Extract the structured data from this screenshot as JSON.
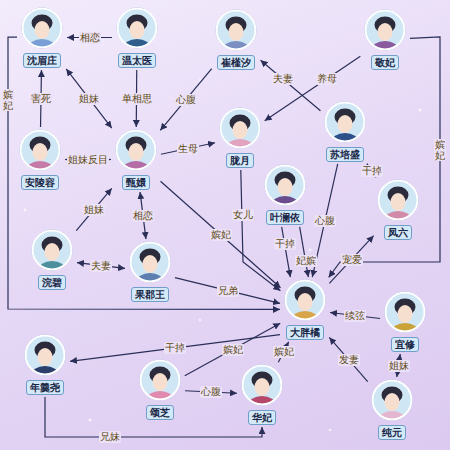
{
  "diagram": {
    "nodes": [
      {
        "text": [
          "沈眉庄"
        ]
      },
      {
        "text": [
          "温太医"
        ]
      },
      {
        "text": [
          "崔槿汐"
        ]
      },
      {
        "text": [
          "敬妃"
        ]
      },
      {
        "text": [
          "安陵容"
        ]
      },
      {
        "text": [
          "甄嬛"
        ]
      },
      {
        "text": [
          "胧月"
        ]
      },
      {
        "text": [
          "苏培盛"
        ]
      },
      {
        "text": [
          "叶澜依"
        ]
      },
      {
        "text": [
          "凤六"
        ]
      },
      {
        "text": [
          "浣碧"
        ]
      },
      {
        "text": [
          "果郡王"
        ]
      },
      {
        "text": [
          "大胖橘"
        ]
      },
      {
        "text": [
          "宜修"
        ]
      },
      {
        "text": [
          "年羹尧"
        ]
      },
      {
        "text": [
          "颂芝"
        ]
      },
      {
        "text": [
          "华妃"
        ]
      },
      {
        "text": [
          "纯元"
        ]
      }
    ],
    "edges": [
      {
        "from": 1,
        "to": 0,
        "label": "相恋",
        "arrow": "to"
      },
      {
        "from": 1,
        "to": 5,
        "label": "单相思",
        "arrow": "to"
      },
      {
        "from": 2,
        "to": 5,
        "label": "心腹",
        "arrow": "to"
      },
      {
        "from": 7,
        "to": 2,
        "label": "夫妻",
        "arrow": "to"
      },
      {
        "from": 3,
        "to": 6,
        "label": "养母",
        "arrow": "to"
      },
      {
        "from": 3,
        "to": 12,
        "label": "嫔妃",
        "arrow": "to"
      },
      {
        "from": 0,
        "to": 5,
        "label": "姐妹",
        "arrow": "both"
      },
      {
        "from": 4,
        "to": 0,
        "label": "害死",
        "arrow": "to"
      },
      {
        "from": 0,
        "to": 12,
        "label": "嫔妃",
        "arrow": "to"
      },
      {
        "from": 4,
        "to": 5,
        "label": "姐妹反目",
        "arrow": "both"
      },
      {
        "from": 5,
        "to": 6,
        "label": "生母",
        "arrow": "to"
      },
      {
        "from": 5,
        "to": 11,
        "label": "相恋",
        "arrow": "both"
      },
      {
        "from": 5,
        "to": 12,
        "label": "嫔妃",
        "arrow": "to"
      },
      {
        "from": 10,
        "to": 5,
        "label": "姐妹",
        "arrow": "to"
      },
      {
        "from": 10,
        "to": 11,
        "label": "夫妻",
        "arrow": "both"
      },
      {
        "from": 11,
        "to": 12,
        "label": "兄弟",
        "arrow": "to"
      },
      {
        "from": 6,
        "to": 12,
        "label": "女儿",
        "arrow": "to"
      },
      {
        "from": 7,
        "to": 9,
        "label": "干掉",
        "arrow": "to"
      },
      {
        "from": 7,
        "to": 12,
        "label": "心腹",
        "arrow": "to"
      },
      {
        "from": 8,
        "to": 12,
        "label": "干掉",
        "arrow": "to"
      },
      {
        "from": 8,
        "to": 12,
        "label": "妃嫔",
        "arrow": "to"
      },
      {
        "from": 12,
        "to": 9,
        "label": "宠爱",
        "arrow": "to"
      },
      {
        "from": 13,
        "to": 12,
        "label": "续弦",
        "arrow": "to"
      },
      {
        "from": 17,
        "to": 12,
        "label": "发妻",
        "arrow": "to"
      },
      {
        "from": 13,
        "to": 17,
        "label": "姐妹",
        "arrow": "both"
      },
      {
        "from": 12,
        "to": 14,
        "label": "干掉",
        "arrow": "to"
      },
      {
        "from": 14,
        "to": 16,
        "label": "兄妹",
        "arrow": "to"
      },
      {
        "from": 15,
        "to": 12,
        "label": "嫔妃",
        "arrow": "to"
      },
      {
        "from": 16,
        "to": 12,
        "label": "嫔妃",
        "arrow": "to"
      },
      {
        "from": 15,
        "to": 16,
        "label": "心腹",
        "arrow": "to"
      }
    ]
  }
}
